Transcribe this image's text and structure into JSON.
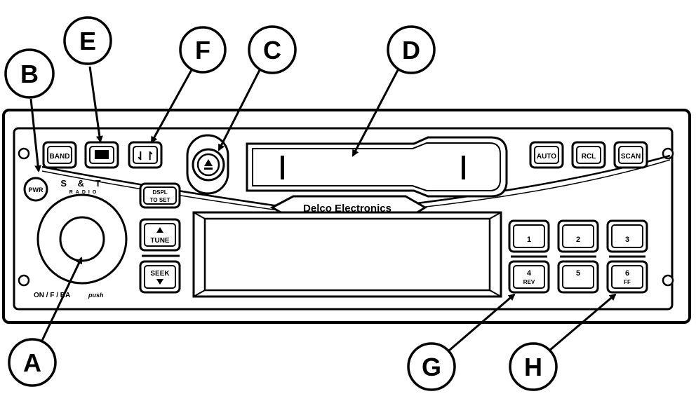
{
  "callouts": {
    "a": "A",
    "b": "B",
    "c": "C",
    "d": "D",
    "e": "E",
    "f": "F",
    "g": "G",
    "h": "H"
  },
  "buttons": {
    "band": "BAND",
    "tape_icon": "tape-icon",
    "tape_dir": "⇃↾",
    "auto": "AUTO",
    "rcl": "RCL",
    "scan": "SCAN",
    "pwr": "PWR",
    "dspl_line1": "DSPL",
    "dspl_line2": "TO SET",
    "tune": "TUNE",
    "seek": "SEEK",
    "preset_1": "1",
    "preset_2": "2",
    "preset_3": "3",
    "preset_4": "4",
    "preset_4_sub": "REV",
    "preset_5": "5",
    "preset_6": "6",
    "preset_6_sub": "FF"
  },
  "labels": {
    "brand": "Delco Electronics",
    "st_title": "S & T",
    "st_sub": "RADIO",
    "volume_label": "ON / F / BA",
    "volume_push": "push"
  },
  "icons": {
    "eject": "eject-icon",
    "tune_arrow": "up-arrow-icon",
    "seek_arrow": "down-arrow-icon"
  }
}
